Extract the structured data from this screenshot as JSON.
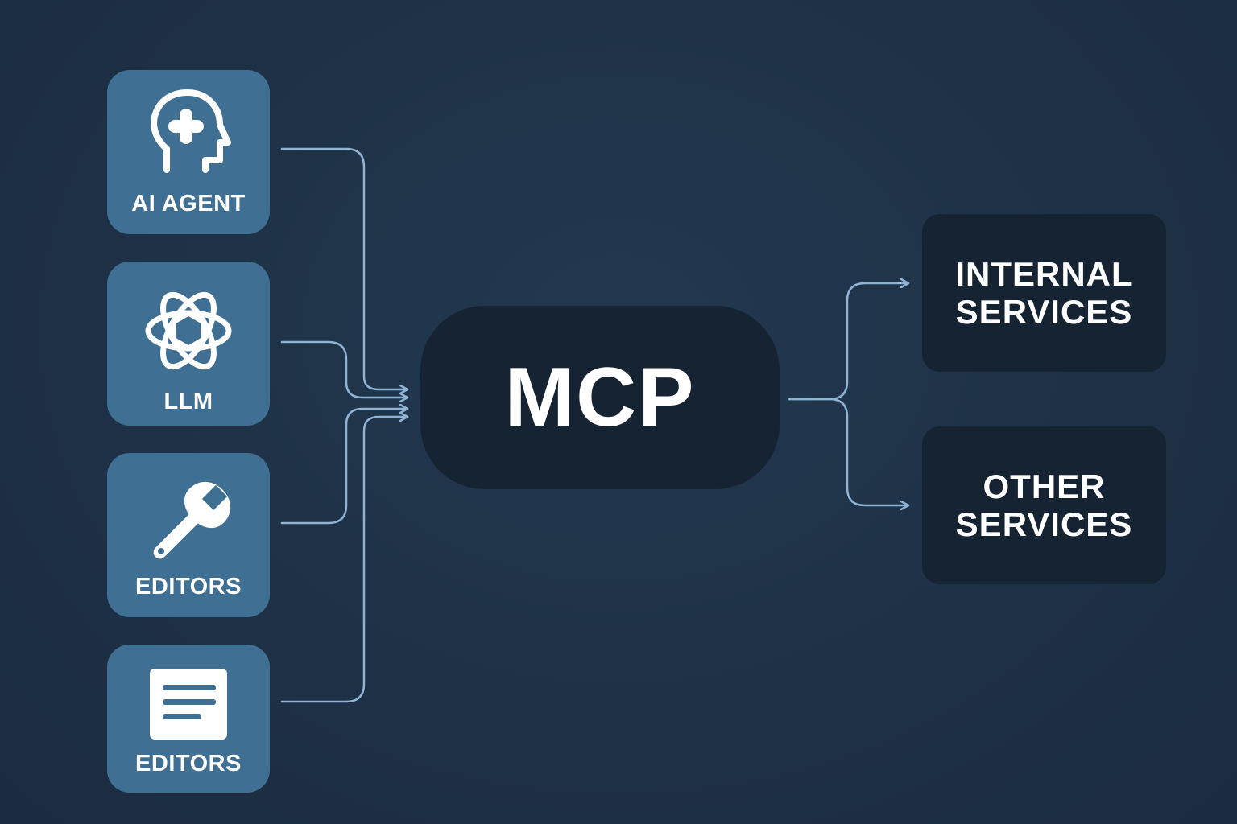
{
  "diagram": {
    "hub": {
      "label": "MCP"
    },
    "sources": [
      {
        "id": "ai-agent",
        "label": "AI AGENT",
        "icon": "brain-head-icon"
      },
      {
        "id": "llm",
        "label": "LLM",
        "icon": "openai-knot-icon"
      },
      {
        "id": "editors-wrench",
        "label": "EDITORS",
        "icon": "wrench-icon"
      },
      {
        "id": "editors-document",
        "label": "EDITORS",
        "icon": "document-icon"
      }
    ],
    "targets": [
      {
        "id": "internal-services",
        "lines": [
          "INTERNAL",
          "SERVICES"
        ]
      },
      {
        "id": "other-services",
        "lines": [
          "OTHER",
          "SERVICES"
        ]
      }
    ],
    "colors": {
      "background": "#1f3247",
      "source_card": "#3f6f92",
      "dark_box": "#152332",
      "connector": "#8fb3d4",
      "text": "#ffffff"
    }
  }
}
